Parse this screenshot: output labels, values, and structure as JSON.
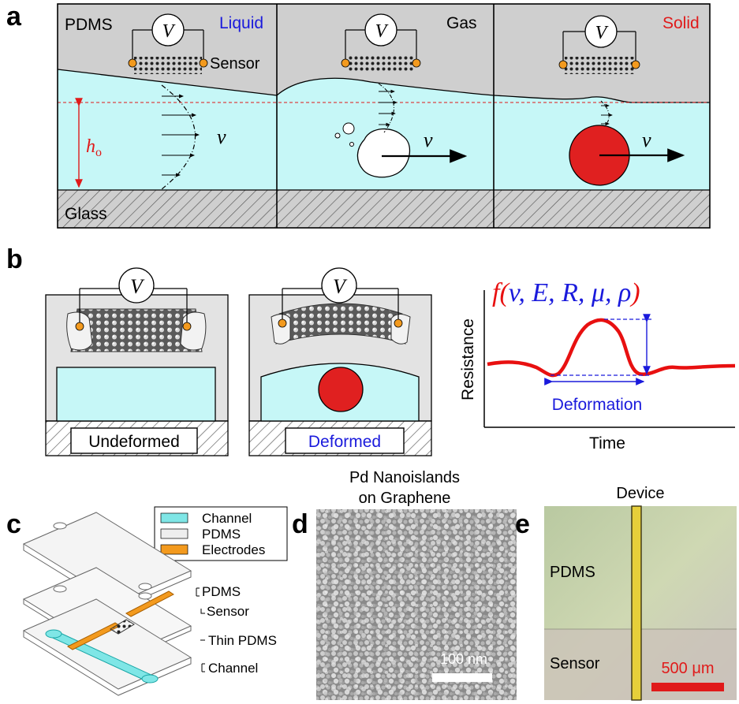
{
  "panels": {
    "a": {
      "letter": "a",
      "pdms": "PDMS",
      "glass": "Glass",
      "sensor": "Sensor",
      "liquid": "Liquid",
      "gas": "Gas",
      "solid": "Solid",
      "v": "v",
      "h_main": "h",
      "h_sub": "o",
      "V": "V",
      "colors": {
        "liquid": "#1a1adc",
        "solid": "#e01a1a",
        "fluid": "#c6f7f7",
        "wall": "#cfcfcf",
        "particle": "#e02020"
      }
    },
    "b": {
      "letter": "b",
      "undeformed": "Undeformed",
      "deformed": "Deformed",
      "V": "V",
      "formula_f": "f(",
      "formula_vars": "v, E, R, μ, ρ",
      "formula_close": ")",
      "ylabel": "Resistance",
      "xlabel": "Time",
      "deformation": "Deformation",
      "colors": {
        "curve": "#e81010",
        "arrow": "#1a1adc"
      }
    },
    "c": {
      "letter": "c",
      "legend": [
        "Channel",
        "PDMS",
        "Electrodes"
      ],
      "layers": [
        "PDMS",
        "Sensor",
        "Thin PDMS",
        "Channel"
      ],
      "colors": {
        "channel": "#7fe6e6",
        "pdms": "#eeeeee",
        "electrodes": "#f39a1e"
      }
    },
    "d": {
      "letter": "d",
      "title_line1": "Pd Nanoislands",
      "title_line2": "on Graphene",
      "scalebar": "100 nm"
    },
    "e": {
      "letter": "e",
      "title": "Device",
      "pdms": "PDMS",
      "sensor": "Sensor",
      "scalebar": "500 μm"
    }
  }
}
